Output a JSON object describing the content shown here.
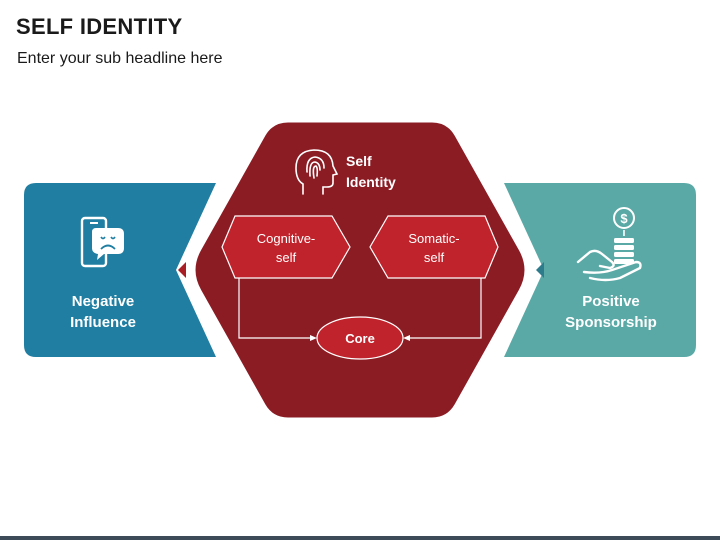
{
  "header": {
    "title": "SELF IDENTITY",
    "subtitle": "Enter your sub headline here"
  },
  "center": {
    "title_line1": "Self",
    "title_line2": "Identity",
    "icon": "head-fingerprint-icon",
    "left_box_line1": "Cognitive-",
    "left_box_line2": "self",
    "right_box_line1": "Somatic-",
    "right_box_line2": "self",
    "core_label": "Core"
  },
  "left_panel": {
    "label_line1": "Negative",
    "label_line2": "Influence",
    "icon": "phone-sad-face-icon"
  },
  "right_panel": {
    "label_line1": "Positive",
    "label_line2": "Sponsorship",
    "icon": "hand-coins-dollar-icon"
  },
  "colors": {
    "center_fill": "#8b1c24",
    "inner_fill": "#c0232b",
    "left_fill": "#1f7ea1",
    "right_fill": "#5aa9a6",
    "arrow_left": "#a81f26",
    "arrow_right": "#2e7b8c"
  }
}
